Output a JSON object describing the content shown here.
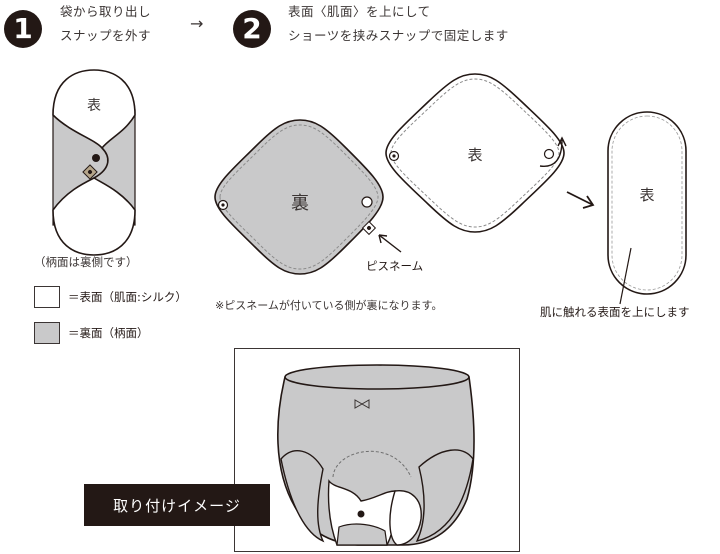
{
  "steps": [
    {
      "number": "1",
      "line1": "袋から取り出し",
      "line2": "スナップを外す"
    },
    {
      "number": "2",
      "line1": "表面〈肌面〉を上にして",
      "line2": "ショーツを挟みスナップで固定します"
    }
  ],
  "step_arrow": "→",
  "folded_pad": {
    "face_label": "表",
    "caption": "（柄面は裏側です）"
  },
  "legend": [
    {
      "swatch_color": "#ffffff",
      "label": "＝表面（肌面:シルク）"
    },
    {
      "swatch_color": "#c9c9ca",
      "label": "＝裏面（柄面）"
    }
  ],
  "back_pad": {
    "face_label": "裏",
    "tag_label": "ピスネーム",
    "note": "※ピスネームが付いている側が裏になります。"
  },
  "front_pad": {
    "face_label": "表"
  },
  "folded_front": {
    "face_label": "表",
    "caption": "肌に触れる表面を上にします"
  },
  "installation_image": {
    "badge_label": "取り付けイメージ"
  },
  "colors": {
    "ink": "#231815",
    "fabric_back": "#c9c9ca",
    "fabric_front": "#ffffff",
    "stitch": "#9a9a9a",
    "tag": "#b5a58a"
  }
}
